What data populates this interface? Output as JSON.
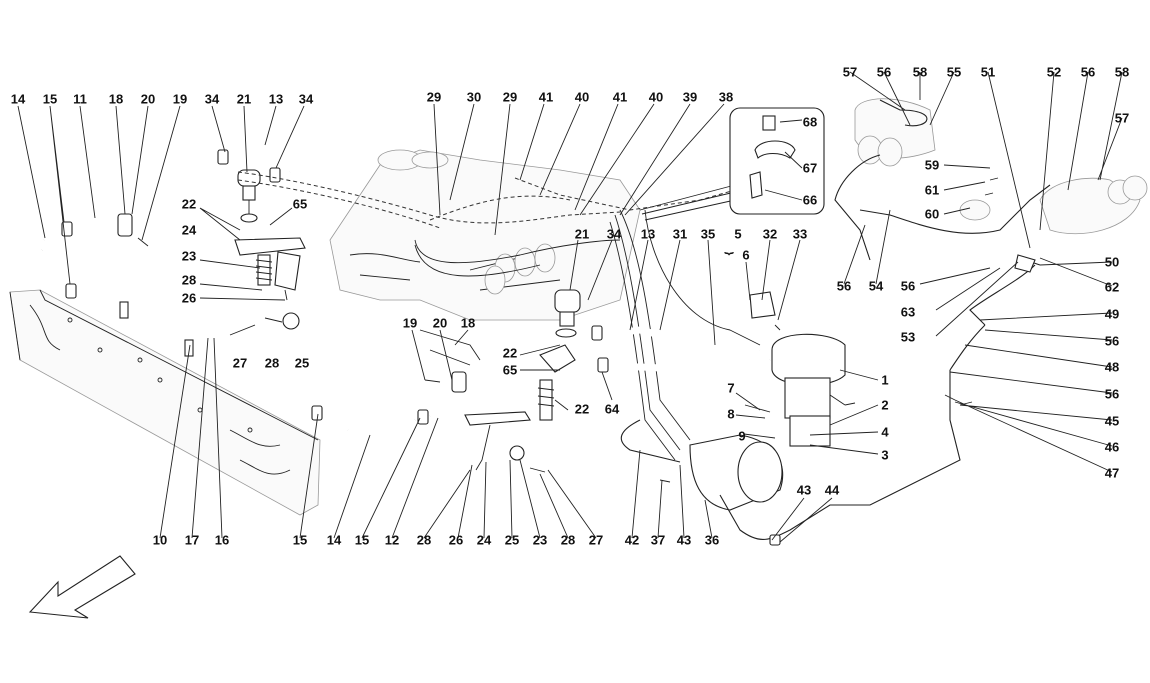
{
  "diagram": {
    "labels": {
      "l14a": "14",
      "l15a": "15",
      "l11": "11",
      "l18a": "18",
      "l20a": "20",
      "l19a": "19",
      "l34a": "34",
      "l21a": "21",
      "l13a": "13",
      "l34b": "34",
      "l22a": "22",
      "l65a": "65",
      "l24a": "24",
      "l23a": "23",
      "l28a": "28",
      "l26a": "26",
      "l27a": "27",
      "l28b": "28",
      "l25a": "25",
      "l29a": "29",
      "l30": "30",
      "l29b": "29",
      "l41a": "41",
      "l40a": "40",
      "l41b": "41",
      "l40b": "40",
      "l39": "39",
      "l38": "38",
      "l21b": "21",
      "l34c": "34",
      "l13b": "13",
      "l31": "31",
      "l35": "35",
      "l5": "5",
      "l6": "6",
      "l32": "32",
      "l33": "33",
      "l19b": "19",
      "l20b": "20",
      "l18b": "18",
      "l22b": "22",
      "l65b": "65",
      "l64": "64",
      "l22c": "22",
      "l1": "1",
      "l7": "7",
      "l8": "8",
      "l2": "2",
      "l9": "9",
      "l4": "4",
      "l3": "3",
      "l68": "68",
      "l67": "67",
      "l66": "66",
      "l57a": "57",
      "l56a": "56",
      "l58a": "58",
      "l55": "55",
      "l51": "51",
      "l52": "52",
      "l56b": "56",
      "l58b": "58",
      "l57b": "57",
      "l59": "59",
      "l61": "61",
      "l60": "60",
      "l56c": "56",
      "l54": "54",
      "l56d": "56",
      "l63": "63",
      "l53": "53",
      "l50": "50",
      "l62": "62",
      "l49": "49",
      "l56e": "56",
      "l48": "48",
      "l56f": "56",
      "l45": "45",
      "l46": "46",
      "l47": "47",
      "b10": "10",
      "b17": "17",
      "b16": "16",
      "b15a": "15",
      "b14": "14",
      "b15b": "15",
      "b12": "12",
      "b28a": "28",
      "b26": "26",
      "b24": "24",
      "b25": "25",
      "b23": "23",
      "b28b": "28",
      "b27": "27",
      "b42": "42",
      "b37": "37",
      "b43a": "43",
      "b36": "36",
      "b43b": "43",
      "b44": "44"
    }
  }
}
